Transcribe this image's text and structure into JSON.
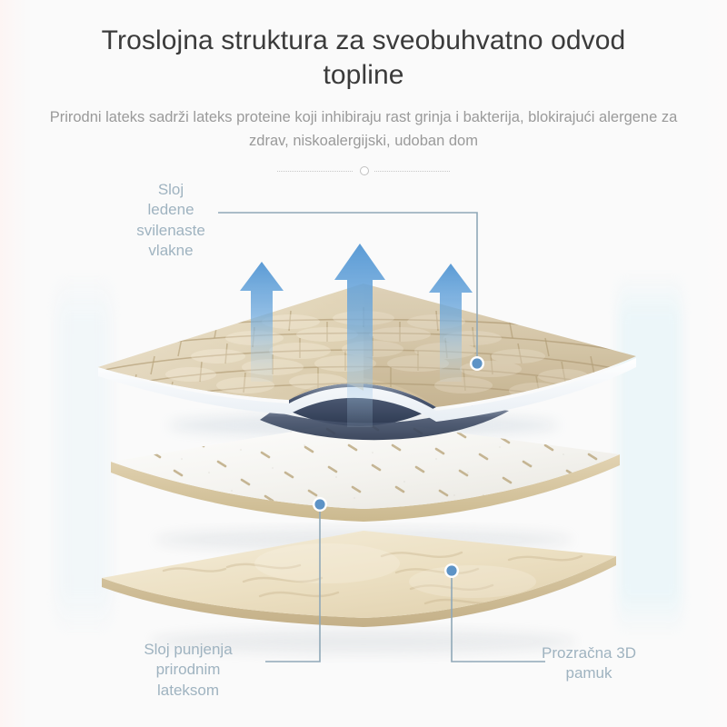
{
  "header": {
    "title": "Troslojna struktura za sveobuhvatno odvod topline",
    "subtitle": "Prirodni lateks sadrži lateks proteine koji inhibiraju rast grinja i bakterija, blokirajući alergene za zdrav, niskoalergijski, udoban dom",
    "ornament_icon": "dotted-divider-with-circle"
  },
  "callouts": [
    {
      "id": "ice-silk-layer",
      "label": "Sloj\nledene\nsvilenaste\nvlakne",
      "marker_icon": "leader-dot"
    },
    {
      "id": "natural-latex-layer",
      "label": "Sloj punjenja\nprirodnim\nlateksom",
      "marker_icon": "leader-dot"
    },
    {
      "id": "breathable-3d-cotton-layer",
      "label": "Prozračna 3D\npamuk",
      "marker_icon": "leader-dot"
    }
  ],
  "illustration": {
    "arrows_icon": "heat-flow-up-arrow",
    "arrow_count": 3,
    "layers": [
      {
        "id": "top-layer",
        "name": "quilted-ice-silk-sheet"
      },
      {
        "id": "middle-layer",
        "name": "perforated-latex-sheet"
      },
      {
        "id": "bottom-layer",
        "name": "cotton-sheet"
      }
    ]
  },
  "colors": {
    "title": "#3b3b3b",
    "subtitle": "#9a9a9a",
    "label": "#9fb3c0",
    "leader_line": "#8fa8b8",
    "arrow": "#5b9bd5",
    "top_layer": "#ddcbaa",
    "middle_layer": "#f6f4f0",
    "bottom_layer": "#ecdfc4",
    "background": "#fafafa"
  }
}
